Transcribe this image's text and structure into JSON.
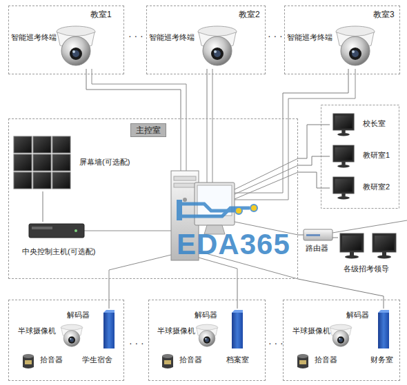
{
  "diagram": {
    "nodes": [
      {
        "text": [
          "教室1"
        ]
      },
      {
        "text": [
          "智能巡考终端"
        ],
        "in": 0
      },
      {
        "text": [
          "教室2"
        ]
      },
      {
        "text": [
          "智能巡考终端"
        ],
        "in": 2
      },
      {
        "text": [
          "教室3"
        ]
      },
      {
        "text": [
          "智能巡考终端"
        ],
        "in": 4
      },
      {
        "text": [
          "主控室"
        ]
      },
      {
        "text": [
          "屏幕墙(可选配)"
        ],
        "in": 6
      },
      {
        "text": [
          "中央控制主机(可选配)"
        ],
        "in": 6
      },
      {
        "text": [
          "校长室"
        ]
      },
      {
        "text": [
          "教研室1"
        ]
      },
      {
        "text": [
          "教研室2"
        ]
      },
      {
        "text": [
          "路由器"
        ]
      },
      {
        "text": [
          "各级招考领导"
        ]
      },
      {
        "text": [
          "学生宿舍"
        ]
      },
      {
        "text": [
          "解码器"
        ],
        "in": 14
      },
      {
        "text": [
          "半球摄像机"
        ],
        "in": 14
      },
      {
        "text": [
          "拾音器"
        ],
        "in": 14
      },
      {
        "text": [
          "档案室"
        ]
      },
      {
        "text": [
          "解码器"
        ],
        "in": 18
      },
      {
        "text": [
          "半球摄像机"
        ],
        "in": 18
      },
      {
        "text": [
          "拾音器"
        ],
        "in": 18
      },
      {
        "text": [
          "财务室"
        ]
      },
      {
        "text": [
          "解码器"
        ],
        "in": 22
      },
      {
        "text": [
          "半球摄像机"
        ],
        "in": 22
      },
      {
        "text": [
          "拾音器"
        ],
        "in": 22
      }
    ],
    "edges": [
      {
        "from": 1,
        "to": 6,
        "arrow": "none"
      },
      {
        "from": 3,
        "to": 6,
        "arrow": "none"
      },
      {
        "from": 5,
        "to": 6,
        "arrow": "none"
      },
      {
        "from": 7,
        "to": 8,
        "arrow": "none"
      },
      {
        "from": 6,
        "to": 9,
        "arrow": "none"
      },
      {
        "from": 6,
        "to": 10,
        "arrow": "none"
      },
      {
        "from": 6,
        "to": 11,
        "arrow": "none"
      },
      {
        "from": 6,
        "to": 12,
        "arrow": "none"
      },
      {
        "from": 12,
        "to": 13,
        "arrow": "none"
      },
      {
        "from": 15,
        "to": 6,
        "arrow": "none"
      },
      {
        "from": 19,
        "to": 6,
        "arrow": "none"
      },
      {
        "from": 23,
        "to": 6,
        "arrow": "none"
      }
    ],
    "labels": [
      "· · ·",
      "· · ·",
      "· · ·",
      "· · ·",
      "EDA365"
    ]
  }
}
